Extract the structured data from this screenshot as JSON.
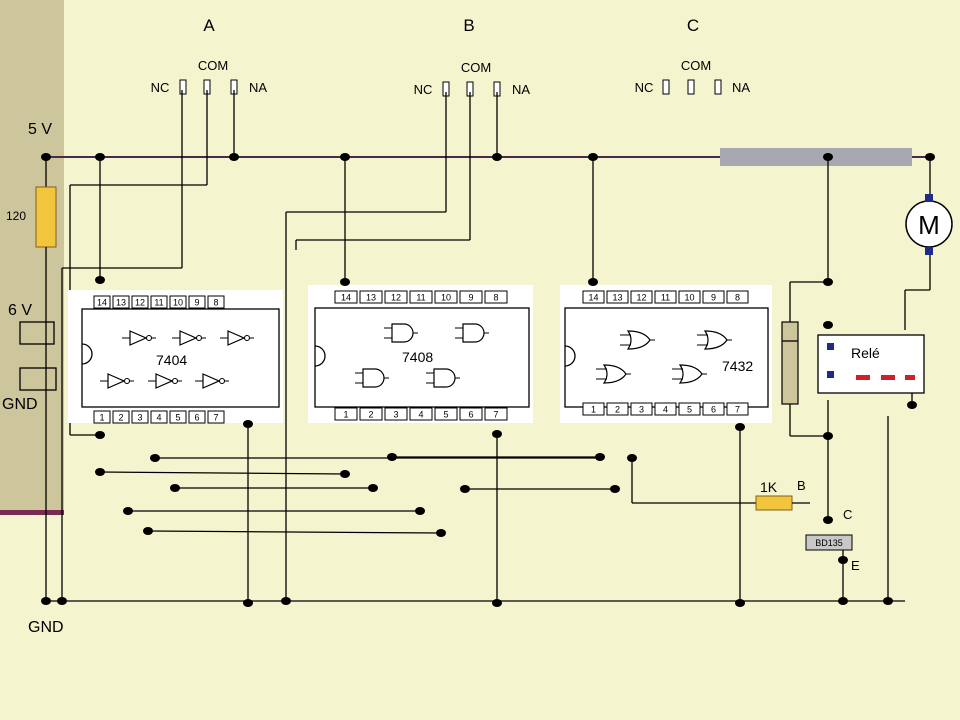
{
  "colors": {
    "background": "#f4f4cf",
    "left_rail": "#cdc59c",
    "rail_edge": "#7a2a52",
    "resistor": "#f2c63c",
    "bus_line": "#4a2a4a",
    "chip_fill": "#ffffff",
    "terminal_strip": "#a8a8b0",
    "relay_pin_blue": "#1f2b8a",
    "relay_pin_red": "#d0202a"
  },
  "inputs": [
    {
      "name": "A",
      "com": "COM",
      "nc": "NC",
      "na": "NA"
    },
    {
      "name": "B",
      "com": "COM",
      "nc": "NC",
      "na": "NA"
    },
    {
      "name": "C",
      "com": "COM",
      "nc": "NC",
      "na": "NA"
    }
  ],
  "supply": {
    "v5": "5 V",
    "v6": "6 V",
    "gnd_top": "GND",
    "gnd_bottom": "GND",
    "resistor": "120"
  },
  "chips": [
    {
      "name": "7404",
      "top_pins": [
        "14",
        "13",
        "12",
        "11",
        "10",
        "9",
        "8"
      ],
      "bottom_pins": [
        "1",
        "2",
        "3",
        "4",
        "5",
        "6",
        "7"
      ],
      "gate_icon": "not-gate-icon"
    },
    {
      "name": "7408",
      "top_pins": [
        "14",
        "13",
        "12",
        "11",
        "10",
        "9",
        "8"
      ],
      "bottom_pins": [
        "1",
        "2",
        "3",
        "4",
        "5",
        "6",
        "7"
      ],
      "gate_icon": "and-gate-icon"
    },
    {
      "name": "7432",
      "top_pins": [
        "14",
        "13",
        "12",
        "11",
        "10",
        "9",
        "8"
      ],
      "bottom_pins": [
        "1",
        "2",
        "3",
        "4",
        "5",
        "6",
        "7"
      ],
      "gate_icon": "or-gate-icon"
    }
  ],
  "output": {
    "motor": "M",
    "relay": "Relé",
    "base_resistor": "1K",
    "transistor": "BD135",
    "pin_b": "B",
    "pin_c": "C",
    "pin_e": "E"
  }
}
